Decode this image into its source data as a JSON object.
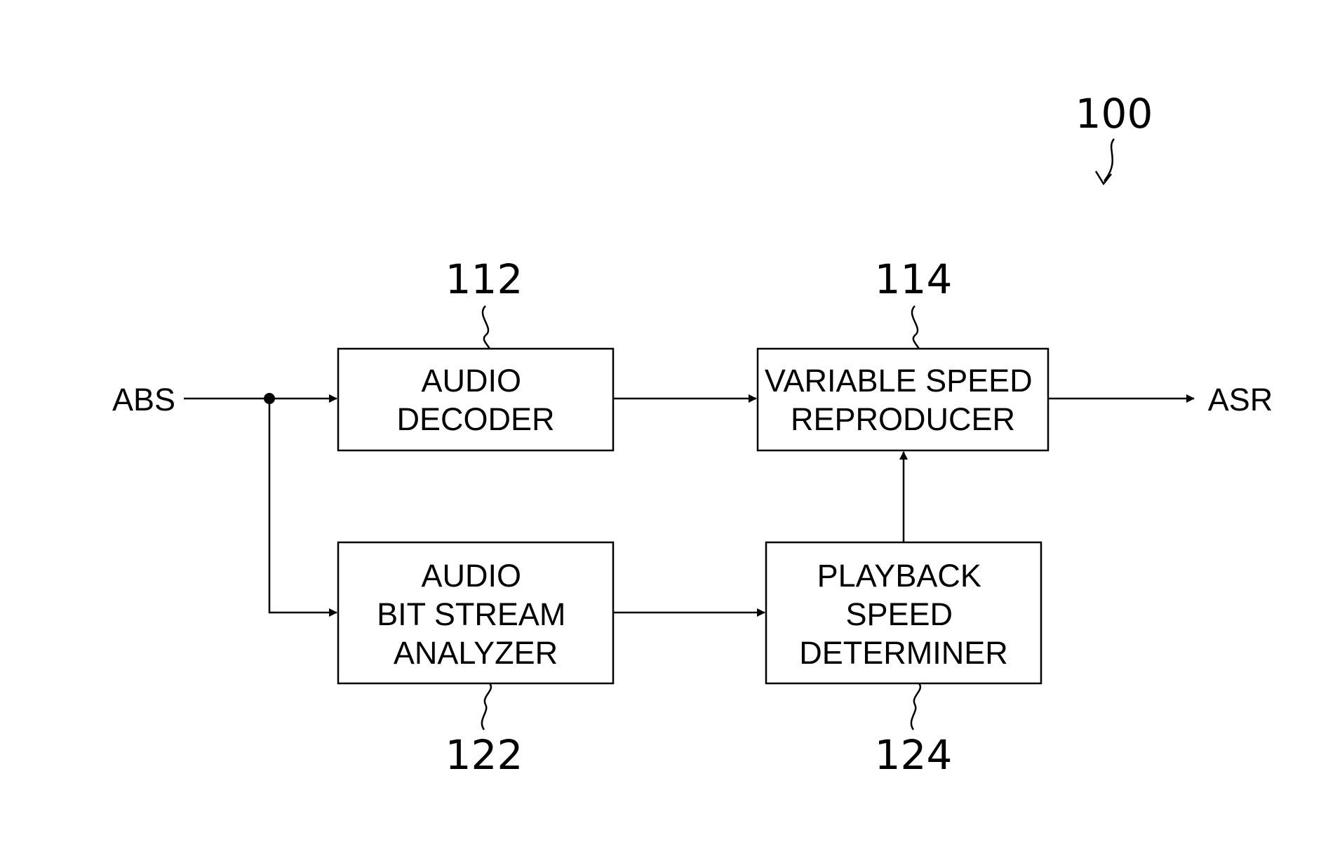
{
  "figure": {
    "ref": "100"
  },
  "signals": {
    "input": "ABS",
    "output": "ASR"
  },
  "blocks": [
    {
      "id": "audio-decoder",
      "ref": "112",
      "lines": [
        "AUDIO",
        "DECODER"
      ]
    },
    {
      "id": "variable-speed-reproducer",
      "ref": "114",
      "lines": [
        "VARIABLE SPEED",
        "REPRODUCER"
      ]
    },
    {
      "id": "audio-bit-stream-analyzer",
      "ref": "122",
      "lines": [
        "AUDIO",
        "BIT STREAM",
        "ANALYZER"
      ]
    },
    {
      "id": "playback-speed-determiner",
      "ref": "124",
      "lines": [
        "PLAYBACK",
        "SPEED",
        "DETERMINER"
      ]
    }
  ],
  "colors": {
    "line": "#000000",
    "background": "#ffffff"
  }
}
